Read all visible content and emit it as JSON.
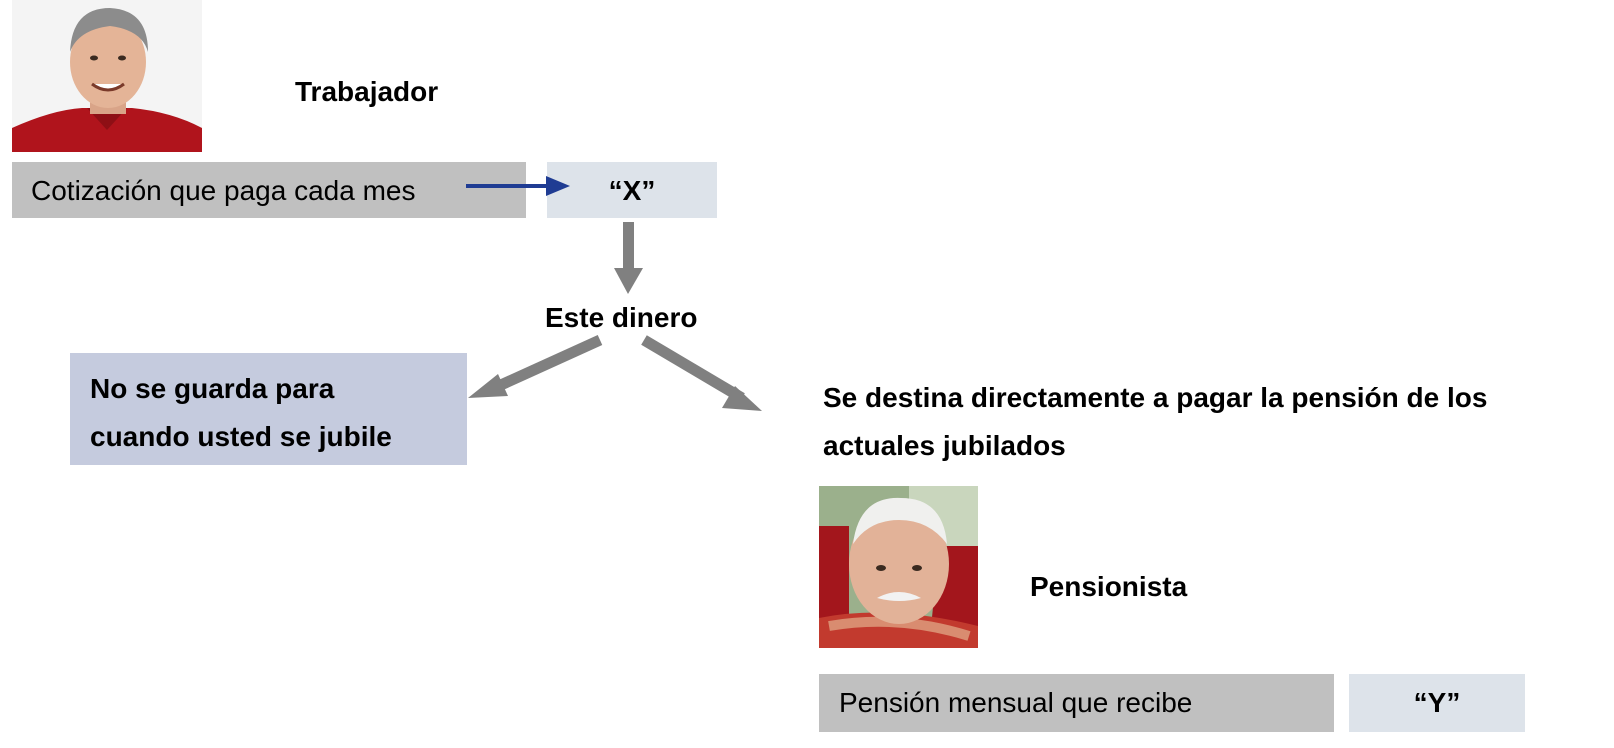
{
  "worker": {
    "label": "Trabajador"
  },
  "contribution": {
    "label": "Cotización que paga cada mes",
    "value": "“X”"
  },
  "money_label": "Este dinero",
  "not_saved": {
    "line1": "No se guarda para",
    "line2": "cuando usted se jubile"
  },
  "destination": {
    "line1": "Se destina directamente a pagar la pensión de los",
    "line2": "actuales jubilados"
  },
  "pensioner": {
    "label": "Pensionista"
  },
  "pension": {
    "label": "Pensión mensual que recibe",
    "value": "“Y”"
  },
  "colors": {
    "gray_box": "#c0c0c0",
    "light_box": "#dde3ea",
    "blue_box": "#c5cbde",
    "blue_arrow": "#1f3c93",
    "gray_arrow": "#808080",
    "shirt_red": "#b0141c"
  },
  "icons": [
    "worker-photo",
    "pensioner-photo",
    "blue-arrow",
    "down-arrow",
    "left-diagonal-arrow",
    "right-diagonal-arrow"
  ]
}
